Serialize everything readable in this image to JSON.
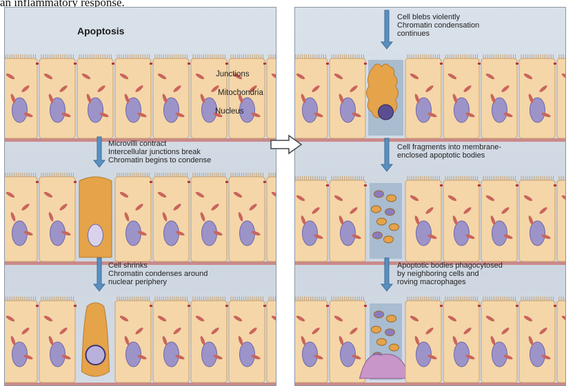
{
  "header_text": "an inflammatory response.",
  "left": {
    "title": "Apoptosis",
    "labels": {
      "junctions": "Junctions",
      "mitochondria": "Mitochondria",
      "nucleus": "Nucleus"
    },
    "steps": [
      "Microvilli contract\nIntercellular junctions break\nChromatin begins to condense",
      "Cell shrinks\nChromatin condenses around\nnuclear periphery"
    ]
  },
  "right": {
    "steps": [
      "Cell blebs violently\nChromatin condensation\ncontinues",
      "Cell fragments into membrane-\nenclosed apoptotic bodies",
      "Apoptotic bodies phagocytosed\nby neighboring cells and\nroving macrophages"
    ]
  },
  "colors": {
    "cell": "#f5d6a8",
    "cell_edge": "#c9a06b",
    "nucleus": "#9c93c9",
    "mito": "#c9655c",
    "junction": "#b43a3a",
    "arrow": "#5a8fc0",
    "apoptotic": "#e5a34a",
    "macrophage": "#c896c8"
  }
}
